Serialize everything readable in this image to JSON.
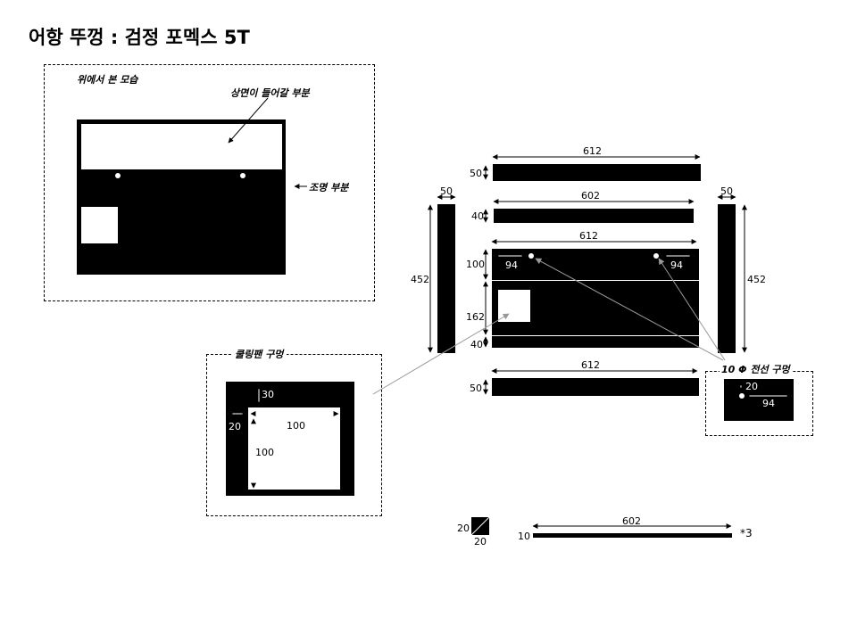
{
  "title": "어항 뚜껑 : 검정 포멕스 5T",
  "top_view": {
    "caption": "위에서 본 모습",
    "lift_note": "상면이 들어갈 부분",
    "light_note": "조명 부분"
  },
  "cooling_fan": {
    "caption": "쿨링팬 구멍",
    "dim_top": "30",
    "dim_left": "20",
    "dim_width": "100",
    "dim_height": "100"
  },
  "wire_hole": {
    "caption": "10 Φ 전선 구멍",
    "dim_y": "20",
    "dim_x": "94"
  },
  "panels": {
    "top_strip_width": "612",
    "top_strip_height": "50",
    "second_strip_width": "602",
    "second_strip_height": "40",
    "main_width": "612",
    "main_row1": "100",
    "main_row2": "162",
    "main_row3": "40",
    "hole_left": "94",
    "hole_right": "94",
    "bottom_strip_width": "612",
    "bottom_strip_height": "50",
    "side_left_width": "50",
    "side_left_height": "452",
    "side_right_width": "50",
    "side_right_height": "452"
  },
  "parts": {
    "square_h": "20",
    "square_w": "20",
    "bar_width": "602",
    "bar_height": "10",
    "bar_qty": "*3"
  },
  "colors": {
    "panel": "#000000",
    "background": "#ffffff",
    "leader": "#999999"
  }
}
